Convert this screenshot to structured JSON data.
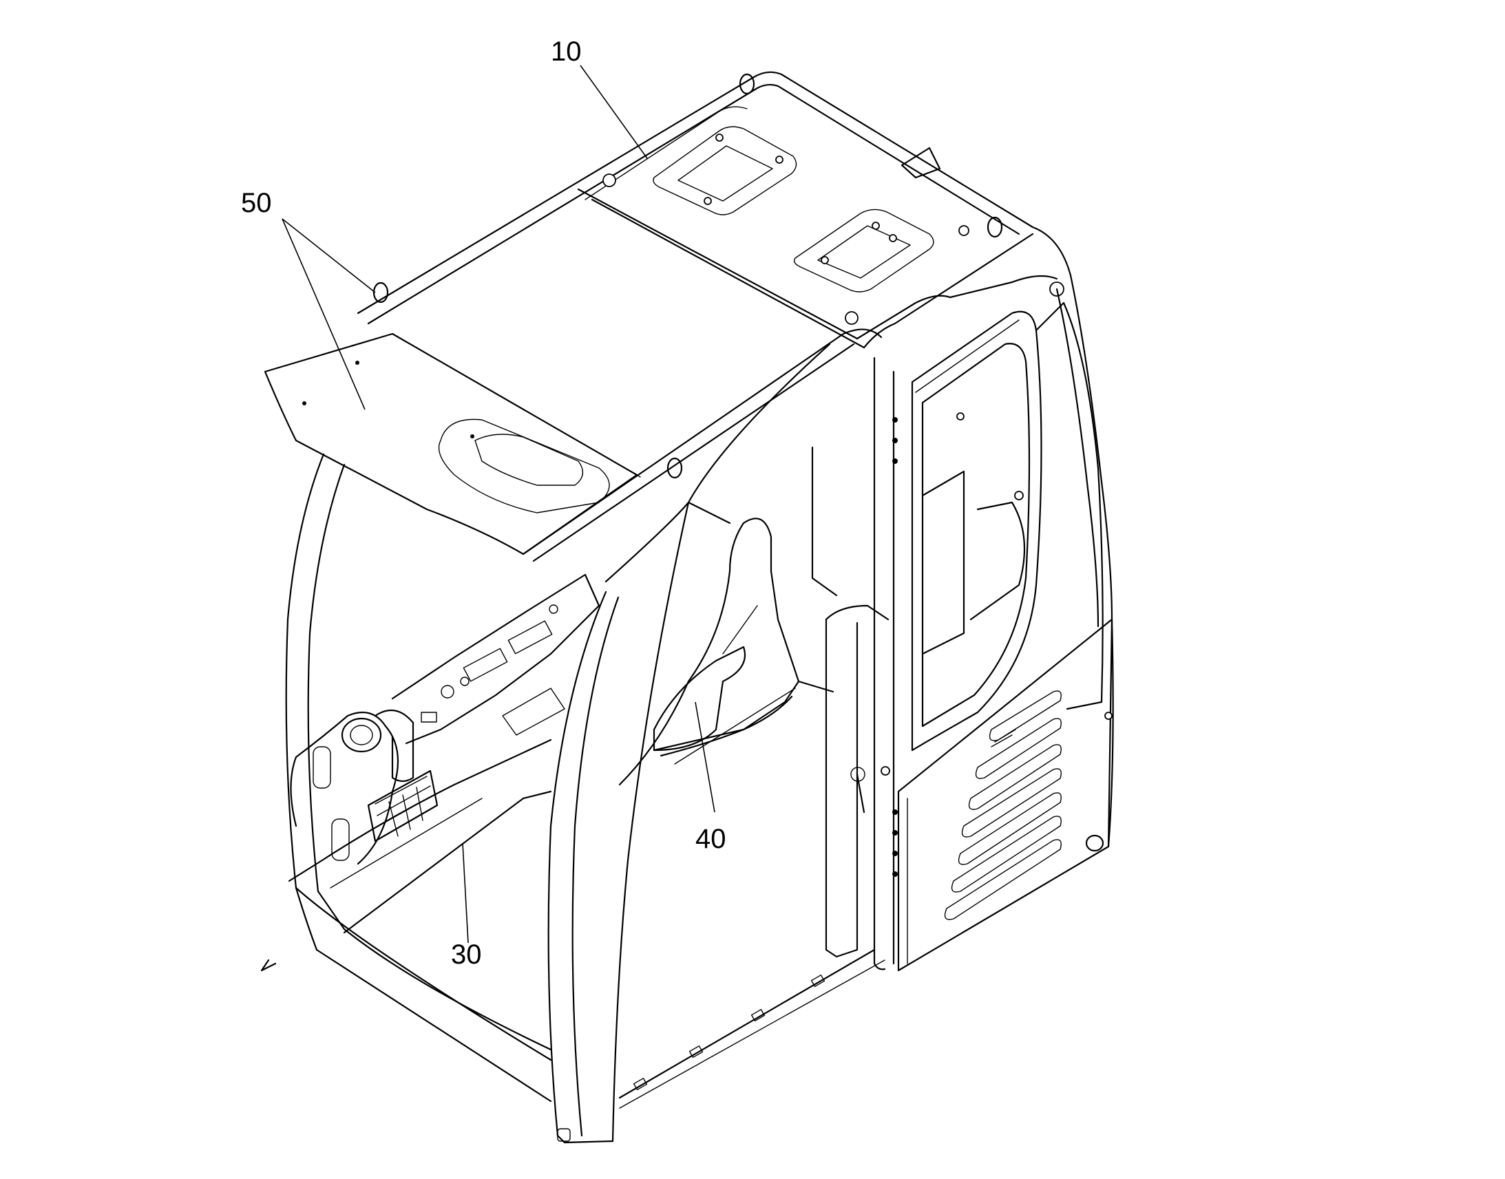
{
  "figure": {
    "callouts": {
      "roof": "10",
      "left_compartment": "30",
      "floor_compartment": "40",
      "sun_visor": "50"
    }
  }
}
